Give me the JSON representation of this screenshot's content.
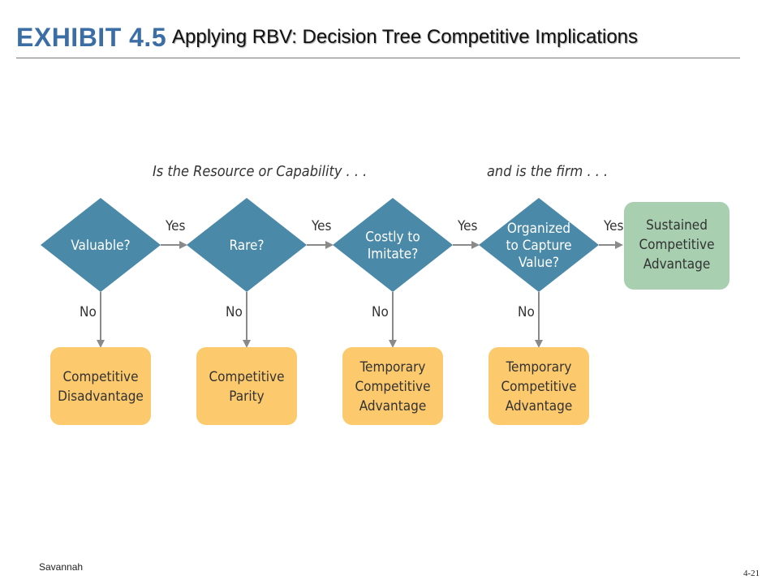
{
  "header": {
    "exhibit": "EXHIBIT 4.5",
    "title": "Applying RBV: Decision Tree Competitive Implications"
  },
  "diagram": {
    "question_prefix": "Is the Resource or Capability . . .",
    "firm_prefix": "and is the firm . . .",
    "yes_label": "Yes",
    "no_label": "No",
    "questions": [
      {
        "lines": [
          "Valuable?"
        ]
      },
      {
        "lines": [
          "Rare?"
        ]
      },
      {
        "lines": [
          "Costly to",
          "Imitate?"
        ]
      },
      {
        "lines": [
          "Organized",
          "to Capture",
          "Value?"
        ]
      }
    ],
    "outcomes": [
      {
        "lines": [
          "Competitive",
          "Disadvantage"
        ]
      },
      {
        "lines": [
          "Competitive",
          "Parity"
        ]
      },
      {
        "lines": [
          "Temporary",
          "Competitive",
          "Advantage"
        ]
      },
      {
        "lines": [
          "Temporary",
          "Competitive",
          "Advantage"
        ]
      }
    ],
    "final_outcome": {
      "lines": [
        "Sustained",
        "Competitive",
        "Advantage"
      ]
    },
    "colors": {
      "diamond": "#4a89a8",
      "outcome": "#fcc96d",
      "final": "#a7cfb0",
      "arrow": "#8a8a8a",
      "diamond_text": "#ffffff",
      "box_text": "#333333"
    }
  },
  "footer": {
    "left": "Savannah",
    "right": "4-21"
  }
}
